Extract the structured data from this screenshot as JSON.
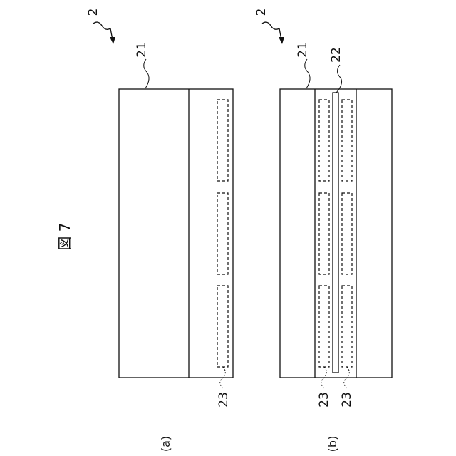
{
  "figure": {
    "title": "図 7"
  },
  "panel_a": {
    "caption": "(a)",
    "ref_assembly": "2",
    "ref_body": "21",
    "ref_dashed": "23"
  },
  "panel_b": {
    "caption": "(b)",
    "ref_assembly": "2",
    "ref_body": "21",
    "ref_strip": "22",
    "ref_dashed_left": "23",
    "ref_dashed_right": "23"
  },
  "colors": {
    "stroke": "#111111",
    "background": "#ffffff"
  }
}
